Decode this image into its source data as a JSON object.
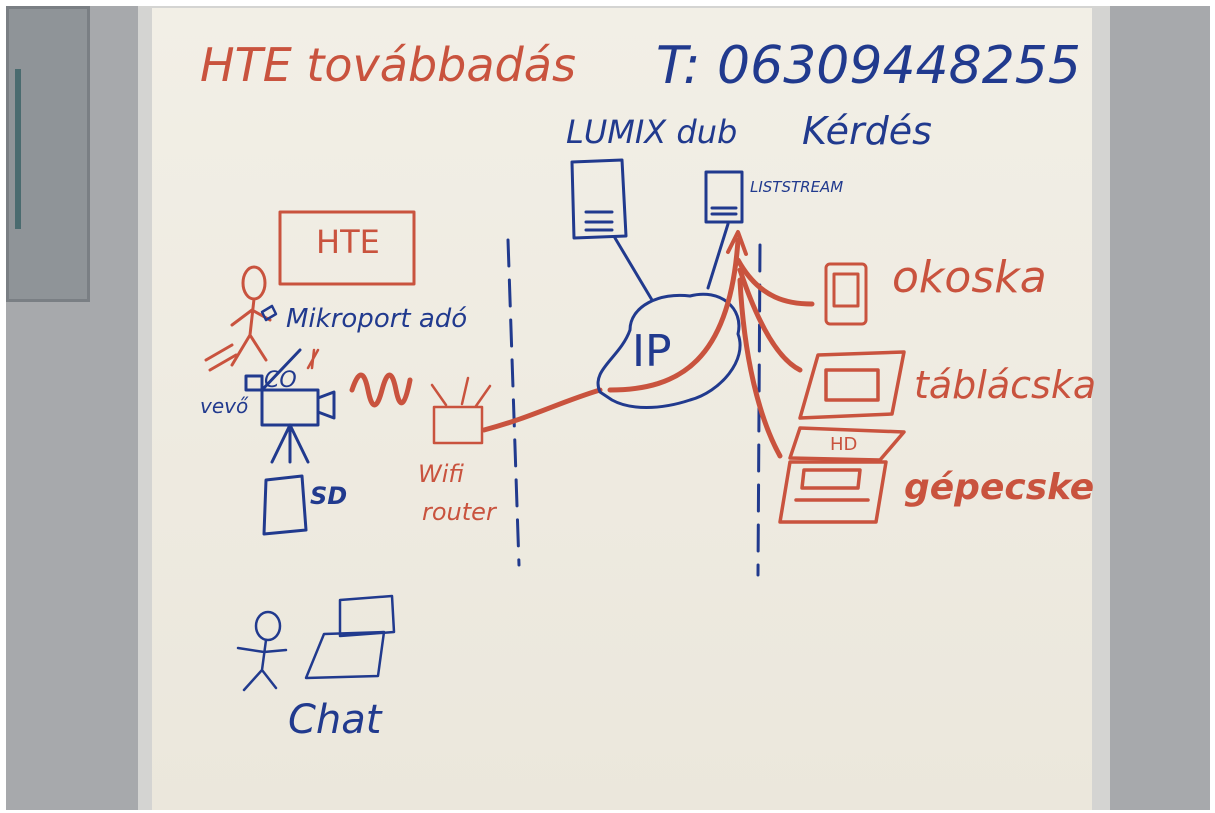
{
  "board": {
    "title": "HTE továbbadás",
    "phone": "T: 06309448255",
    "lumix_label": "LUMIX dub",
    "question_label": "Kérdés",
    "server_label": "LISTSTREAM",
    "hte_box_label": "HTE",
    "microphone_label": "Mikroport adó",
    "camera_label": "CO",
    "video_label": "vevő",
    "sd_label": "SD",
    "wifi_label_1": "Wifi",
    "wifi_label_2": "router",
    "ip_label": "IP",
    "phone_device_label": "okoska",
    "tablet_label": "táblácska",
    "laptop_label": "gépecske",
    "hd_label": "HD",
    "chat_label": "Chat"
  },
  "colors": {
    "red_marker": "#c9533e",
    "blue_marker": "#213a8e",
    "paper": "#efece2",
    "wall": "#a7a9ac"
  }
}
